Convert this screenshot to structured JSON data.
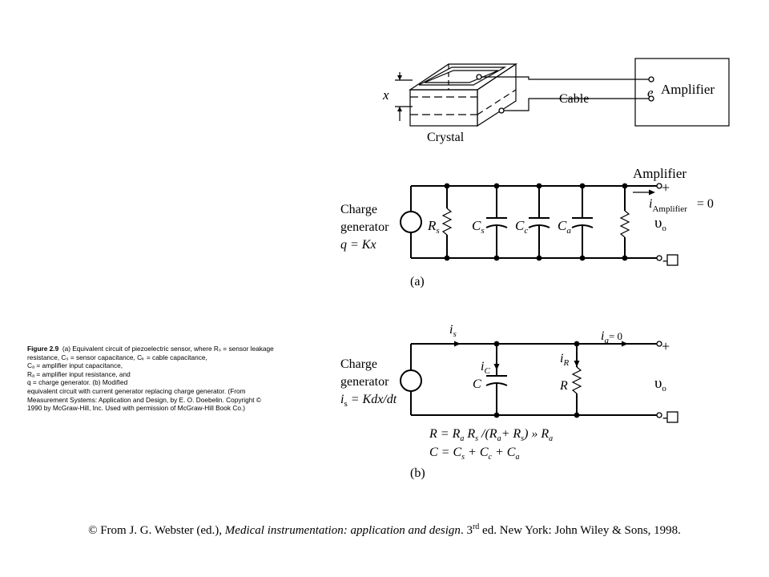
{
  "top_figure": {
    "x_label": "x",
    "crystal_label": "Crystal",
    "cable_label": "Cable",
    "e_label": "e",
    "amplifier_label": "Amplifier"
  },
  "circuit_a": {
    "amplifier_label": "Amplifier",
    "generator_line1": "Charge",
    "generator_line2": "generator",
    "generator_line3": "q = Kx",
    "components": [
      {
        "main": "R",
        "sub": "s"
      },
      {
        "main": "C",
        "sub": "s"
      },
      {
        "main": "C",
        "sub": "c"
      },
      {
        "main": "C",
        "sub": "a"
      }
    ],
    "plus": "+",
    "current_main": "i",
    "current_sub": "Amplifier",
    "current_eq": "= 0",
    "vo_main": "υ",
    "vo_sub": "o",
    "minus": "-",
    "part_label": "(a)"
  },
  "circuit_b": {
    "generator_line1": "Charge",
    "generator_line2": "generator",
    "gen_eq_main": "i",
    "gen_eq_sub": "s",
    "gen_eq_rest": " = Kdx/dt",
    "is_main": "i",
    "is_sub": "s",
    "ia_main": "i",
    "ia_sub": "a",
    "ia_eq": "= 0",
    "ic_main": "i",
    "ic_sub": "C",
    "c_label": "C",
    "ir_main": "i",
    "ir_sub": "R",
    "r_label": "R",
    "plus": "+",
    "vo_main": "υ",
    "vo_sub": "o",
    "minus": "-",
    "eq1": [
      {
        "t": "R = R",
        "s": "a"
      },
      {
        "t": " R",
        "s": "s"
      },
      {
        "t": " /(R",
        "s": "a"
      },
      {
        "t": "+ R",
        "s": "s"
      },
      {
        "t": ") » R",
        "s": "a"
      }
    ],
    "eq2": [
      {
        "t": "C = C",
        "s": "s"
      },
      {
        "t": " + C",
        "s": "c"
      },
      {
        "t": " + C",
        "s": "a"
      }
    ],
    "part_label": "(b)"
  },
  "caption": {
    "fig_label": "Figure 2.9",
    "lines": [
      "(a) Equivalent circuit of piezoelectric sensor, where Rₛ = sensor leakage",
      "resistance, Cₛ = sensor capacitance, Cₖ = cable capacitance,",
      "Cₐ = amplifier input capacitance,",
      "Rₐ = amplifier input resistance, and",
      "q = charge generator.  (b) Modified",
      "equivalent circuit with current generator replacing charge generator.  (From",
      "Measurement Systems: Application and Design, by E. O. Doebelin. Copyright ©",
      "1990 by McGraw-Hill, Inc. Used with permission of McGraw-Hill Book Co.)"
    ]
  },
  "footer": {
    "prefix": "© From J. G. Webster (ed.), ",
    "title": "Medical instrumentation: application and design",
    "edition_pre": ". 3",
    "edition_sup": "rd",
    "suffix": " ed. New York: John Wiley & Sons, 1998."
  }
}
